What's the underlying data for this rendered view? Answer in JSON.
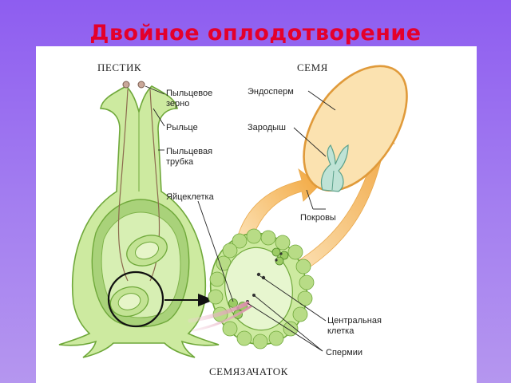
{
  "title": "Двойное оплодотворение",
  "diagram": {
    "pistil_header": "ПЕСТИК",
    "seed_header": "СЕМЯ",
    "ovule_header": "СЕМЯЗАЧАТОК",
    "labels": {
      "pollen_1": "Пыльцевое",
      "pollen_2": "зерно",
      "stigma": "Рыльце",
      "tube_1": "Пыльцевая",
      "tube_2": "трубка",
      "egg": "Яйцеклетка",
      "endosperm": "Эндосперм",
      "embryo": "Зародыш",
      "coat": "Покровы",
      "central_1": "Центральная",
      "central_2": "клетка",
      "sperm": "Спермии"
    },
    "colors": {
      "title": "#e4002b",
      "tissue": "#cdeaa0",
      "tissue_dark": "#6fa83a",
      "seed": "#fbe2b0",
      "arrow": "#f5b95a"
    }
  }
}
